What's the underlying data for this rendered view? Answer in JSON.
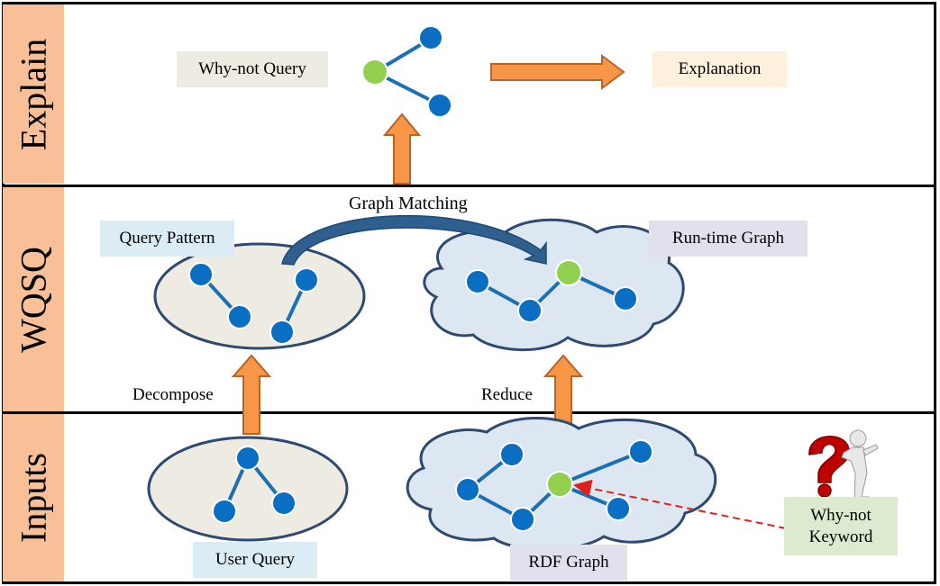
{
  "layers": {
    "explain": "Explain",
    "wqsq": "WQSQ",
    "inputs": "Inputs"
  },
  "labels": {
    "whynot_query": "Why-not Query",
    "explanation": "Explanation",
    "query_pattern": "Query Pattern",
    "runtime_graph": "Run-time Graph",
    "graph_matching": "Graph Matching",
    "decompose": "Decompose",
    "reduce": "Reduce",
    "user_query": "User Query",
    "rdf_graph": "RDF Graph",
    "whynot_keyword": "Why-not Keyword"
  },
  "colors": {
    "node_blue": "#0a6fc2",
    "node_green": "#92d050",
    "edge_blue": "#1a6fb5",
    "arrow_orange": "#f79646",
    "arrow_orange_edge": "#b7642a",
    "ellipse_fill": "#eeebe2",
    "cloud_fill": "#dde7f2",
    "outline": "#2e4a70",
    "question_red": "#c00000",
    "dashed_red": "#e0201b"
  }
}
